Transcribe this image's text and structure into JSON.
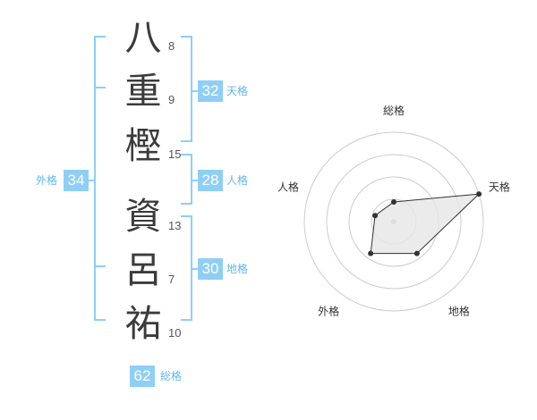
{
  "name_chars": [
    {
      "char": "八",
      "strokes": "8"
    },
    {
      "char": "重",
      "strokes": "9"
    },
    {
      "char": "樫",
      "strokes": "15"
    },
    {
      "char": "資",
      "strokes": "13"
    },
    {
      "char": "呂",
      "strokes": "7"
    },
    {
      "char": "祐",
      "strokes": "10"
    }
  ],
  "tenkaku": {
    "value": "32",
    "label": "天格"
  },
  "jinkaku": {
    "value": "28",
    "label": "人格"
  },
  "chikaku": {
    "value": "30",
    "label": "地格"
  },
  "gaikaku": {
    "value": "34",
    "label": "外格"
  },
  "soukaku": {
    "value": "62",
    "label": "総格"
  },
  "radar": {
    "axes": [
      "総格",
      "天格",
      "地格",
      "外格",
      "人格"
    ],
    "values": [
      0.22,
      1.0,
      0.44,
      0.44,
      0.22
    ],
    "colors": {
      "grid": "#cccccc",
      "fill": "#e6e6e6",
      "line": "#333333",
      "point": "#333333"
    }
  },
  "colors": {
    "bracket": "#8fcff6",
    "badge_bg": "#8fcff6",
    "badge_label": "#5fb7ee"
  }
}
